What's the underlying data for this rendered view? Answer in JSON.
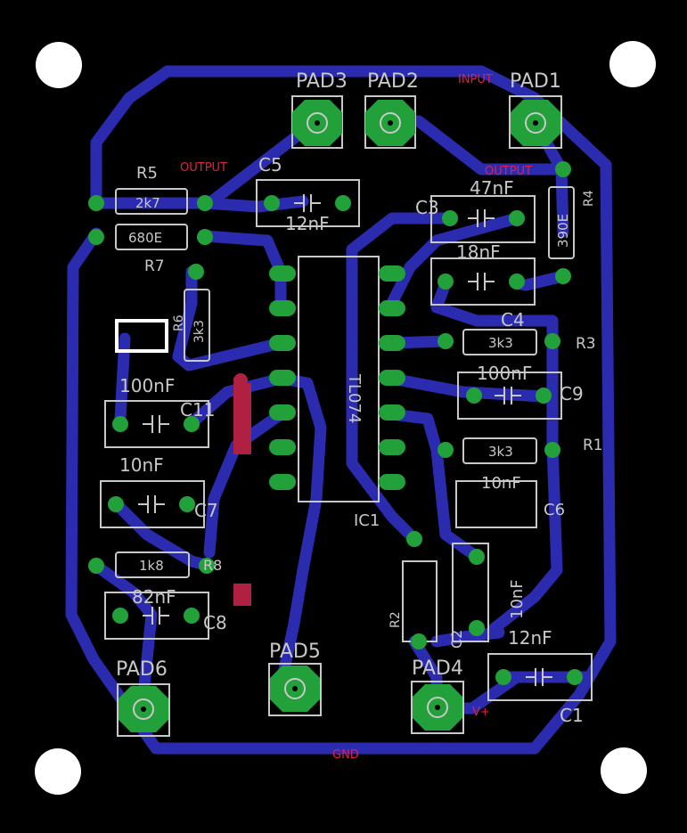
{
  "colors": {
    "background": "#000000",
    "trace": "#2b2bb0",
    "pad": "#22a03a",
    "silkscreen": "#c8c8c8",
    "net_label": "#e0204a",
    "via": "#b02040",
    "mount_hole": "#ffffff"
  },
  "pads": {
    "pad1": "PAD1",
    "pad2": "PAD2",
    "pad3": "PAD3",
    "pad4": "PAD4",
    "pad5": "PAD5",
    "pad6": "PAD6"
  },
  "nets": {
    "input": "INPUT",
    "output_left": "OUTPUT",
    "output_right": "OUTPUT",
    "gnd": "GND",
    "vplus": "V+"
  },
  "components": {
    "r5": "R5",
    "r5_val": "2k7",
    "r7_val": "680E",
    "r7": "R7",
    "r6": "R6",
    "r6_val": "3k3",
    "r4": "R4",
    "r4_val": "390E",
    "r3": "R3",
    "r3_val": "3k3",
    "r1": "R1",
    "r1_val": "3k3",
    "r8": "R8",
    "r8_val": "1k8",
    "r2": "R2",
    "c5": "C5",
    "c5_val": "12nF",
    "c3": "C3",
    "c3_val": "47nF",
    "c4": "C4",
    "c4_val": "18nF",
    "c9": "C9",
    "c9_val": "100nF",
    "c11": "C11",
    "c11_val": "100nF",
    "c7": "C7",
    "c7_val": "10nF",
    "c8": "C8",
    "c8_val": "82nF",
    "c6": "C6",
    "c6_val": "10nF",
    "c2": "C2",
    "c2_val": "10nF",
    "c1": "C1",
    "c1_val": "12nF",
    "ic1": "IC1",
    "ic1_val": "TL074"
  }
}
